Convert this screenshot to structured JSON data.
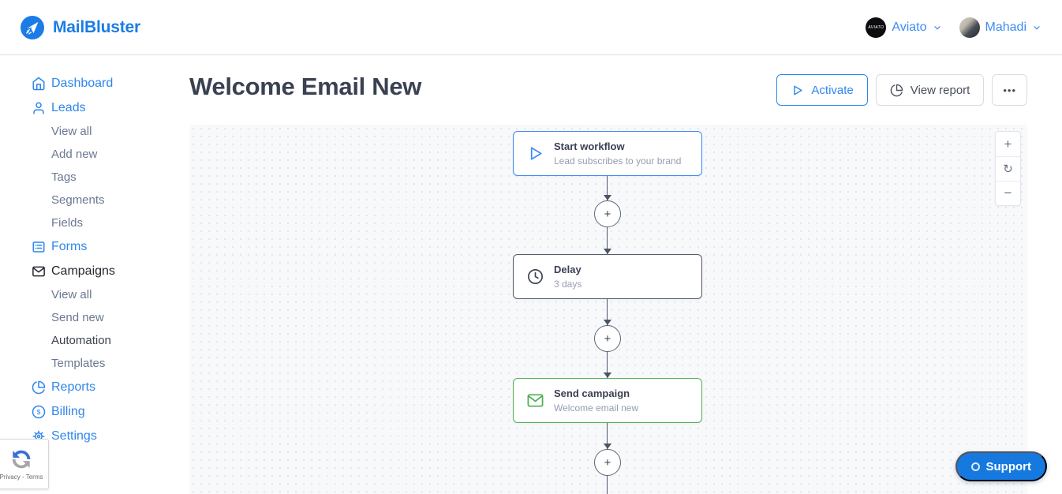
{
  "brand": {
    "name": "MailBluster",
    "accent_color": "#1b7ce6"
  },
  "header": {
    "business": {
      "label": "Aviato",
      "avatar_text": "AVIATO"
    },
    "user": {
      "label": "Mahadi"
    }
  },
  "sidebar": {
    "items": [
      {
        "label": "Dashboard",
        "icon": "home-icon",
        "state": "link"
      },
      {
        "label": "Leads",
        "icon": "user-icon",
        "state": "link"
      },
      {
        "label": "View all",
        "state": "sub"
      },
      {
        "label": "Add new",
        "state": "sub"
      },
      {
        "label": "Tags",
        "state": "sub"
      },
      {
        "label": "Segments",
        "state": "sub"
      },
      {
        "label": "Fields",
        "state": "sub"
      },
      {
        "label": "Forms",
        "icon": "form-icon",
        "state": "link"
      },
      {
        "label": "Campaigns",
        "icon": "mail-icon",
        "state": "active-section"
      },
      {
        "label": "View all",
        "state": "sub"
      },
      {
        "label": "Send new",
        "state": "sub"
      },
      {
        "label": "Automation",
        "state": "sub-active"
      },
      {
        "label": "Templates",
        "state": "sub"
      },
      {
        "label": "Reports",
        "icon": "pie-chart-icon",
        "state": "link"
      },
      {
        "label": "Billing",
        "icon": "dollar-icon",
        "state": "link"
      },
      {
        "label": "Settings",
        "icon": "gear-icon",
        "state": "link"
      }
    ]
  },
  "page": {
    "title": "Welcome Email New"
  },
  "toolbar": {
    "activate_label": "Activate",
    "view_report_label": "View report",
    "more_glyph": "•••"
  },
  "workflow": {
    "nodes": [
      {
        "title": "Start workflow",
        "subtitle": "Lead subscribes to your brand",
        "icon": "play-icon",
        "accent": "#3d8af7"
      },
      {
        "title": "Delay",
        "subtitle": "3 days",
        "icon": "clock-icon",
        "accent": "#525c6b"
      },
      {
        "title": "Send campaign",
        "subtitle": "Welcome email new",
        "icon": "mail-icon",
        "accent": "#52b356"
      }
    ],
    "add_step_glyph": "+"
  },
  "canvas_controls": {
    "zoom_in_glyph": "+",
    "reset_glyph": "↻",
    "zoom_out_glyph": "−"
  },
  "support": {
    "label": "Support"
  },
  "recaptcha": {
    "privacy_terms": "Privacy - Terms"
  }
}
